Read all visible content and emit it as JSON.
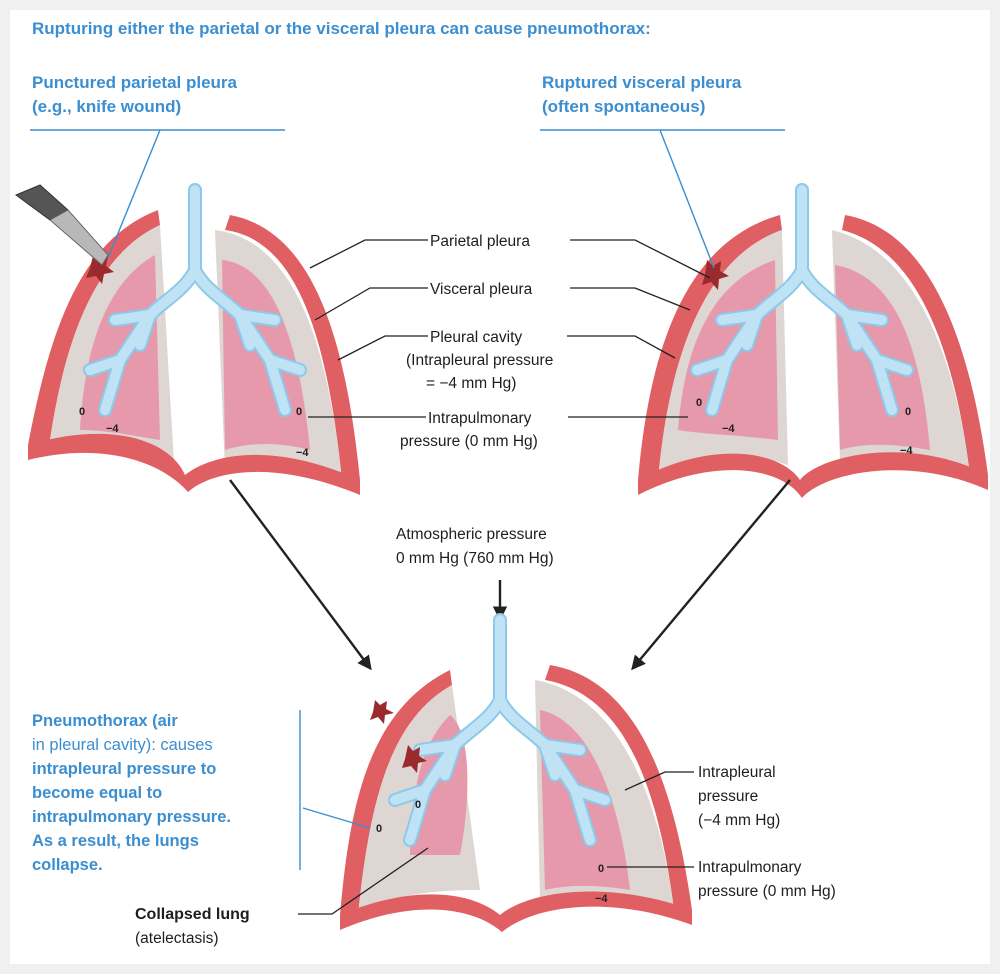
{
  "title": "Rupturing either the parietal or the visceral pleura can cause pneumothorax:",
  "left_case": {
    "line1": "Punctured parietal pleura",
    "line2": "(e.g., knife wound)"
  },
  "right_case": {
    "line1": "Ruptured visceral pleura",
    "line2": "(often spontaneous)"
  },
  "labels": {
    "parietal_pleura": "Parietal pleura",
    "visceral_pleura": "Visceral pleura",
    "pleural_cavity": "Pleural cavity",
    "intrapleural_line1": "(Intrapleural pressure",
    "intrapleural_line2": "= −4 mm Hg)",
    "intrapulmonary_line1": "Intrapulmonary",
    "intrapulmonary_line2": "pressure (0 mm Hg)"
  },
  "atmospheric": {
    "line1": "Atmospheric pressure",
    "line2": "0 mm Hg (760 mm Hg)"
  },
  "pneumothorax_note": [
    "Pneumothorax (air",
    "in pleural cavity): causes",
    "intrapleural pressure to",
    "become equal to",
    "intrapulmonary pressure.",
    "As a result, the lungs",
    "collapse."
  ],
  "bottom_labels": {
    "intrapleural_1": "Intrapleural",
    "intrapleural_2": "pressure",
    "intrapleural_3": "(−4 mm Hg)",
    "intrapulmonary_1": "Intrapulmonary",
    "intrapulmonary_2": "pressure (0 mm Hg)",
    "collapsed_1": "Collapsed lung",
    "collapsed_2": "(atelectasis)"
  },
  "pressure_values": {
    "zero": "0",
    "minus_four": "−4"
  },
  "colors": {
    "title_blue": "#3b8ed0",
    "chest_wall": "#e05f62",
    "pleural_cavity": "#ddd6d3",
    "lung_tissue": "#e699ab",
    "airway": "#bfe2f5"
  }
}
